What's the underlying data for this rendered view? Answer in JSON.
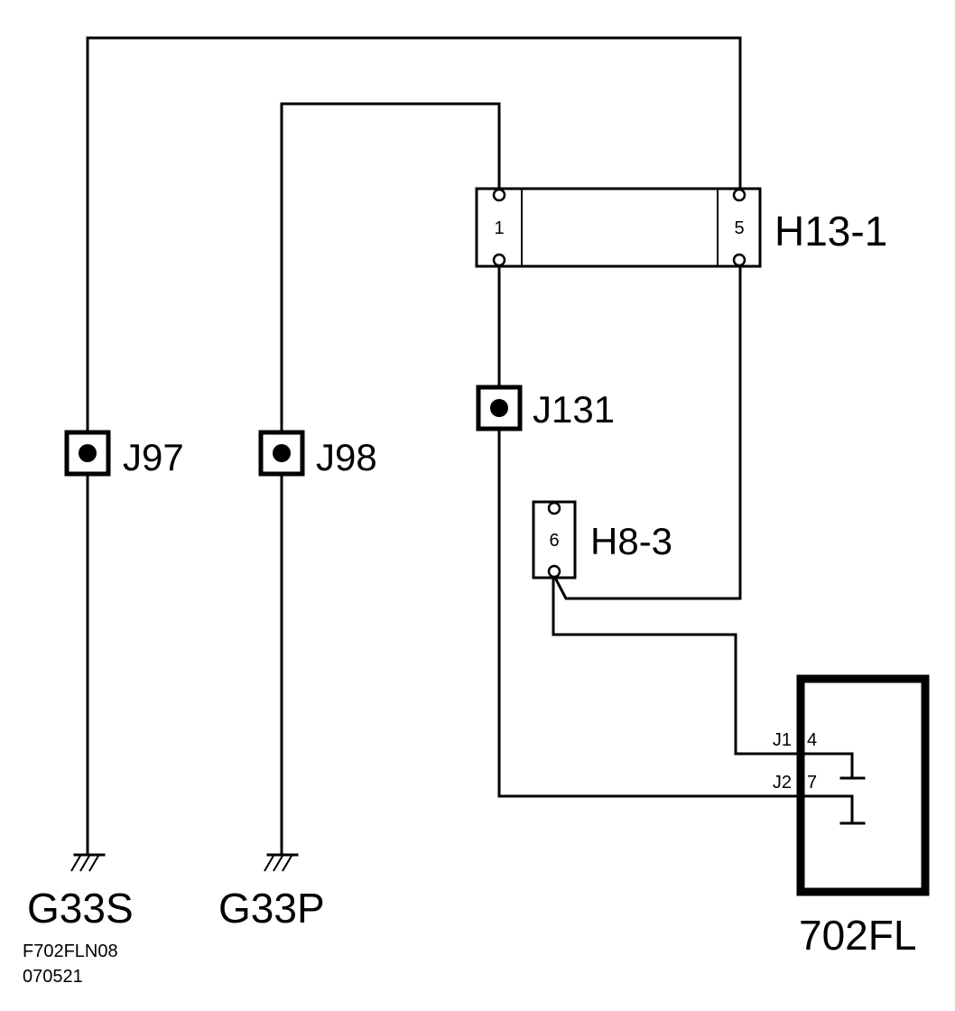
{
  "connectors": {
    "h13": {
      "label": "H13-1",
      "pin_left": "1",
      "pin_right": "5"
    },
    "h8": {
      "label": "H8-3",
      "pin": "6"
    }
  },
  "junctions": {
    "j97": "J97",
    "j98": "J98",
    "j131": "J131"
  },
  "grounds": {
    "g33s": "G33S",
    "g33p": "G33P"
  },
  "component": {
    "label": "702FL",
    "pins": [
      {
        "conn": "J1",
        "num": "4"
      },
      {
        "conn": "J2",
        "num": "7"
      }
    ]
  },
  "footer": {
    "line1": "F702FLN08",
    "line2": "070521"
  }
}
